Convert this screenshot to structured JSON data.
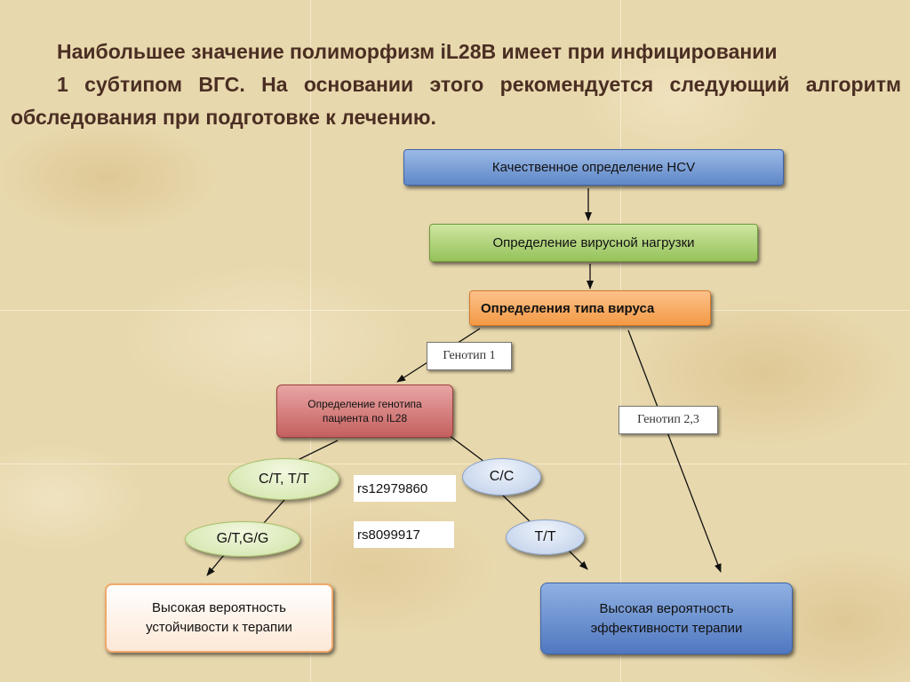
{
  "title": {
    "line1": "Наибольшее значение полиморфизм  iL28B имеет при инфицировании",
    "line2": "1 субтипом ВГС. На основании этого рекомендуется следующий алгоритм",
    "line3": "обследования при подготовке к лечению."
  },
  "flow": {
    "hcv": "Качественное определение HCV",
    "viral_load": "Определение вирусной нагрузки",
    "virus_type": "Определения типа вируса",
    "genotype1": "Генотип 1",
    "genotype23": "Генотип 2,3",
    "il28_line1": "Определение генотипа",
    "il28_line2": "пациента по IL28",
    "ct_tt": "С/Т, Т/Т",
    "cc": "С/С",
    "gt_gg": "G/T,G/G",
    "tt": "T/T",
    "rs1": "rs12979860",
    "rs2": "rs8099917",
    "result_resist_line1": "Высокая вероятность",
    "result_resist_line2": "устойчивости к терапии",
    "result_eff_line1": "Высокая вероятность",
    "result_eff_line2": "эффективности терапии"
  },
  "colors": {
    "title": "#4a2e23",
    "hcv_box": "#6a90cc",
    "viral_load_box": "#9fc765",
    "virus_type_box": "#f5a04e",
    "il28_box": "#cf6e6d",
    "resist_box_border": "#f0a86a",
    "eff_box": "#5a80c4"
  }
}
